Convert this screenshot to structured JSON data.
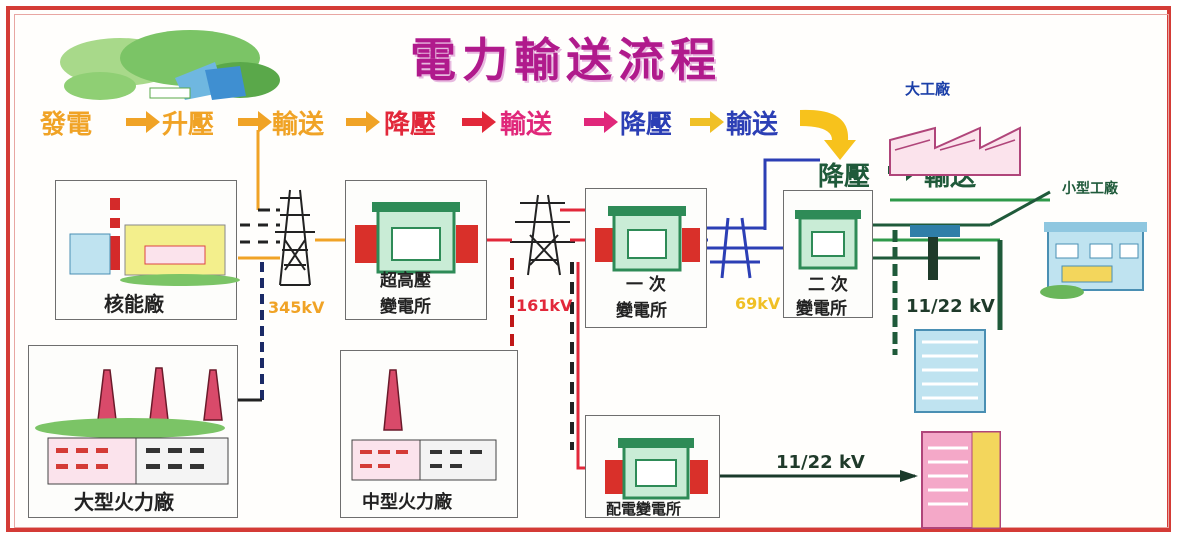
{
  "title": "電力輸送流程",
  "steps": [
    "發電",
    "升壓",
    "輸送",
    "降壓",
    "輸送",
    "降壓",
    "輸送",
    "降壓",
    "輸送"
  ],
  "colors": {
    "frame": "#d43b36",
    "title": "#b01a8c",
    "orange": "#f0a326",
    "red": "#e2283a",
    "magenta": "#e0277a",
    "blue": "#2c3fb5",
    "dark_green": "#1f5a3a",
    "green_line": "#2f9a4a",
    "transformer_green": "#2e8b57",
    "transformer_red": "#d9302a"
  },
  "labels": {
    "nuclear": "核能廠",
    "large_thermal": "大型火力廠",
    "medium_thermal": "中型火力廠",
    "ehv_substation_1": "超高壓",
    "ehv_substation_2": "變電所",
    "primary_substation_1": "一 次",
    "primary_substation_2": "變電所",
    "secondary_substation_1": "二 次",
    "secondary_substation_2": "變電所",
    "distribution_substation": "配電變電所",
    "large_factory": "大工廠",
    "small_factory": "小型工廠"
  },
  "voltages": {
    "v345": "345kV",
    "v161": "161kV",
    "v69": "69kV",
    "v11_22_upper": "11/22 kV",
    "v11_22_lower": "11/22 kV"
  }
}
